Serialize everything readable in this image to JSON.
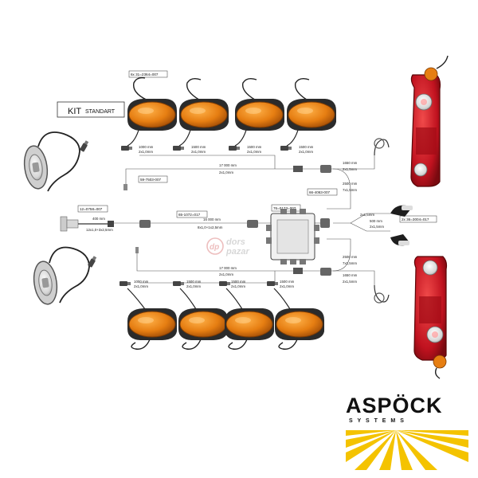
{
  "kit_title": {
    "kit": "KIT",
    "standart": "STANDART"
  },
  "part_numbers": {
    "amber_marker_kit": "6x 31=2364=007",
    "cable_right": "59-7503-007",
    "cable_left": "12=0758=007",
    "main_cable": "65-1072=017",
    "junction_box": "76=0173=007",
    "tail_cable": "66-4063-007",
    "licence_lamp": "2x 36=3004=017"
  },
  "top_markers": [
    {
      "length": "1000 mm",
      "section": "2x1,0mm"
    },
    {
      "length": "1500 mm",
      "section": "2x1,0mm"
    },
    {
      "length": "1500 mm",
      "section": "2x1,0mm"
    },
    {
      "length": "1500 mm",
      "section": "2x1,0mm"
    }
  ],
  "bottom_markers": [
    {
      "length": "1000 mm",
      "section": "2x1,0mm"
    },
    {
      "length": "1500 mm",
      "section": "2x1,0mm"
    },
    {
      "length": "1500 mm",
      "section": "2x1,0mm"
    },
    {
      "length": "1500 mm",
      "section": "2x1,0mm"
    }
  ],
  "cables": {
    "top_long": {
      "length": "17 000 mm",
      "section": "2x1,0mm"
    },
    "bottom_long": {
      "length": "17 000 mm",
      "section": "2x1,0mm"
    },
    "main": {
      "length": "16 000 mm",
      "section": "8x1,0+1x2,5mm"
    },
    "left_short": {
      "length": "400 mm",
      "section": "12x1,0+3x2,5mm"
    },
    "tail_top_a": {
      "length": "1650 mm",
      "section": "2x1,5mm"
    },
    "tail_top_b": {
      "length": "2500 mm",
      "section": "7x1,5mm"
    },
    "tail_bottom_a": {
      "length": "2500 mm",
      "section": "7x1,5mm"
    },
    "tail_bottom_b": {
      "length": "1650 mm",
      "section": "2x1,5mm"
    },
    "licence_a": {
      "length": "2x1,5mm",
      "section": ""
    },
    "licence_b": {
      "length": "500 mm",
      "section": "2x1,5mm"
    }
  },
  "watermark": {
    "name_a": "dors",
    "name_b": "pazar",
    "badge": "dp"
  },
  "logo": {
    "brand": "ASPÖCK",
    "sub": "S Y S T E M S"
  },
  "colors": {
    "amber": "#e67e12",
    "red": "#c0121f",
    "logo_yellow": "#f4c300",
    "cable": "#2a2a2a"
  }
}
